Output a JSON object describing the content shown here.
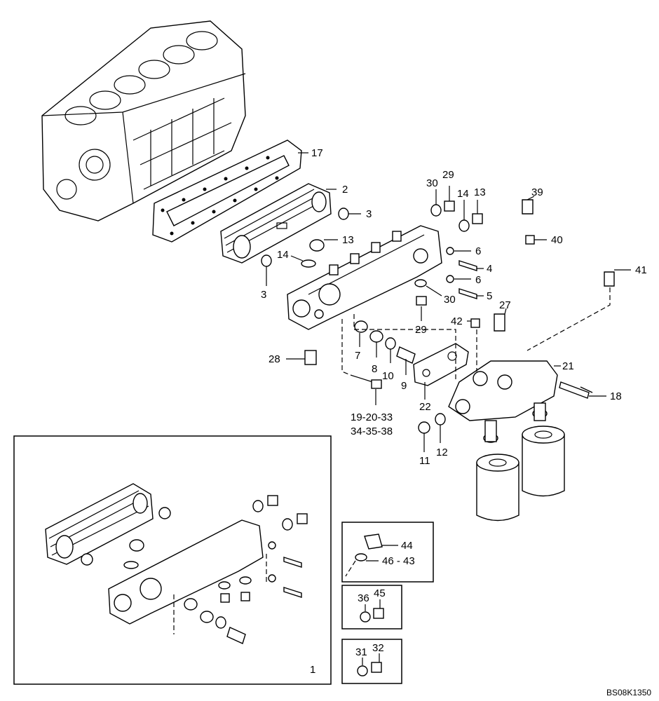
{
  "drawing_code": "BS08K1350",
  "callouts": {
    "c17": "17",
    "c2": "2",
    "c3a": "3",
    "c3b": "3",
    "c13a": "13",
    "c14a": "14",
    "c30a": "30",
    "c29a": "29",
    "c14b": "14",
    "c13b": "13",
    "c39": "39",
    "c40": "40",
    "c6a": "6",
    "c4": "4",
    "c6b": "6",
    "c5": "5",
    "c41": "41",
    "c30b": "30",
    "c29b": "29",
    "c27": "27",
    "c42": "42",
    "c7": "7",
    "c8": "8",
    "c10": "10",
    "c9": "9",
    "c28": "28",
    "c22": "22",
    "c21": "21",
    "c18": "18",
    "c19_line1": "19-20-33",
    "c19_line2": "34-35-38",
    "c11": "11",
    "c12": "12",
    "inset_main": "1",
    "c44": "44",
    "c46_43": "46 - 43",
    "c36": "36",
    "c45": "45",
    "c31": "31",
    "c32": "32"
  }
}
